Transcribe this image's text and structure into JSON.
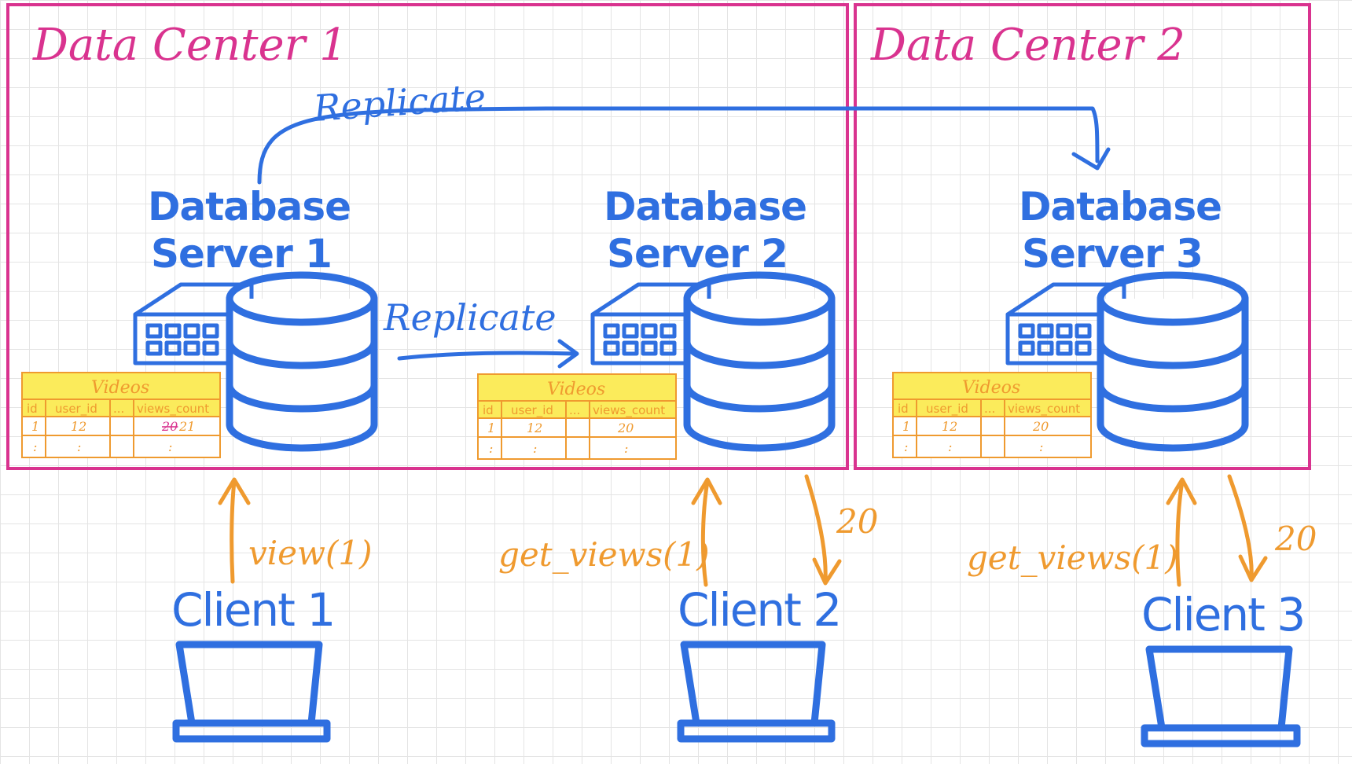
{
  "data_centers": [
    {
      "title": "Data Center 1"
    },
    {
      "title": "Data Center 2"
    }
  ],
  "replicate_labels": {
    "top": "Replicate",
    "middle": "Replicate"
  },
  "servers": [
    {
      "title_line1": "Database",
      "title_line2": "Server 1",
      "table": {
        "name": "Videos",
        "columns": [
          "id",
          "user_id",
          "...",
          "views_count"
        ],
        "row": {
          "id": "1",
          "user_id": "12",
          "views_count_old": "20",
          "views_count": "21"
        },
        "ellipsis": ":"
      }
    },
    {
      "title_line1": "Database",
      "title_line2": "Server 2",
      "table": {
        "name": "Videos",
        "columns": [
          "id",
          "user_id",
          "...",
          "views_count"
        ],
        "row": {
          "id": "1",
          "user_id": "12",
          "views_count": "20"
        },
        "ellipsis": ":"
      }
    },
    {
      "title_line1": "Database",
      "title_line2": "Server 3",
      "table": {
        "name": "Videos",
        "columns": [
          "id",
          "user_id",
          "...",
          "views_count"
        ],
        "row": {
          "id": "1",
          "user_id": "12",
          "views_count": "20"
        },
        "ellipsis": ":"
      }
    }
  ],
  "clients": [
    {
      "name": "Client 1",
      "request": "view(1)"
    },
    {
      "name": "Client 2",
      "request": "get_views(1)",
      "response": "20"
    },
    {
      "name": "Client 3",
      "request": "get_views(1)",
      "response": "20"
    }
  ],
  "colors": {
    "data_center": "#d9338f",
    "server": "#2f6fe0",
    "client_calls": "#ef9a2f",
    "table_fill": "#fbeb5b"
  }
}
